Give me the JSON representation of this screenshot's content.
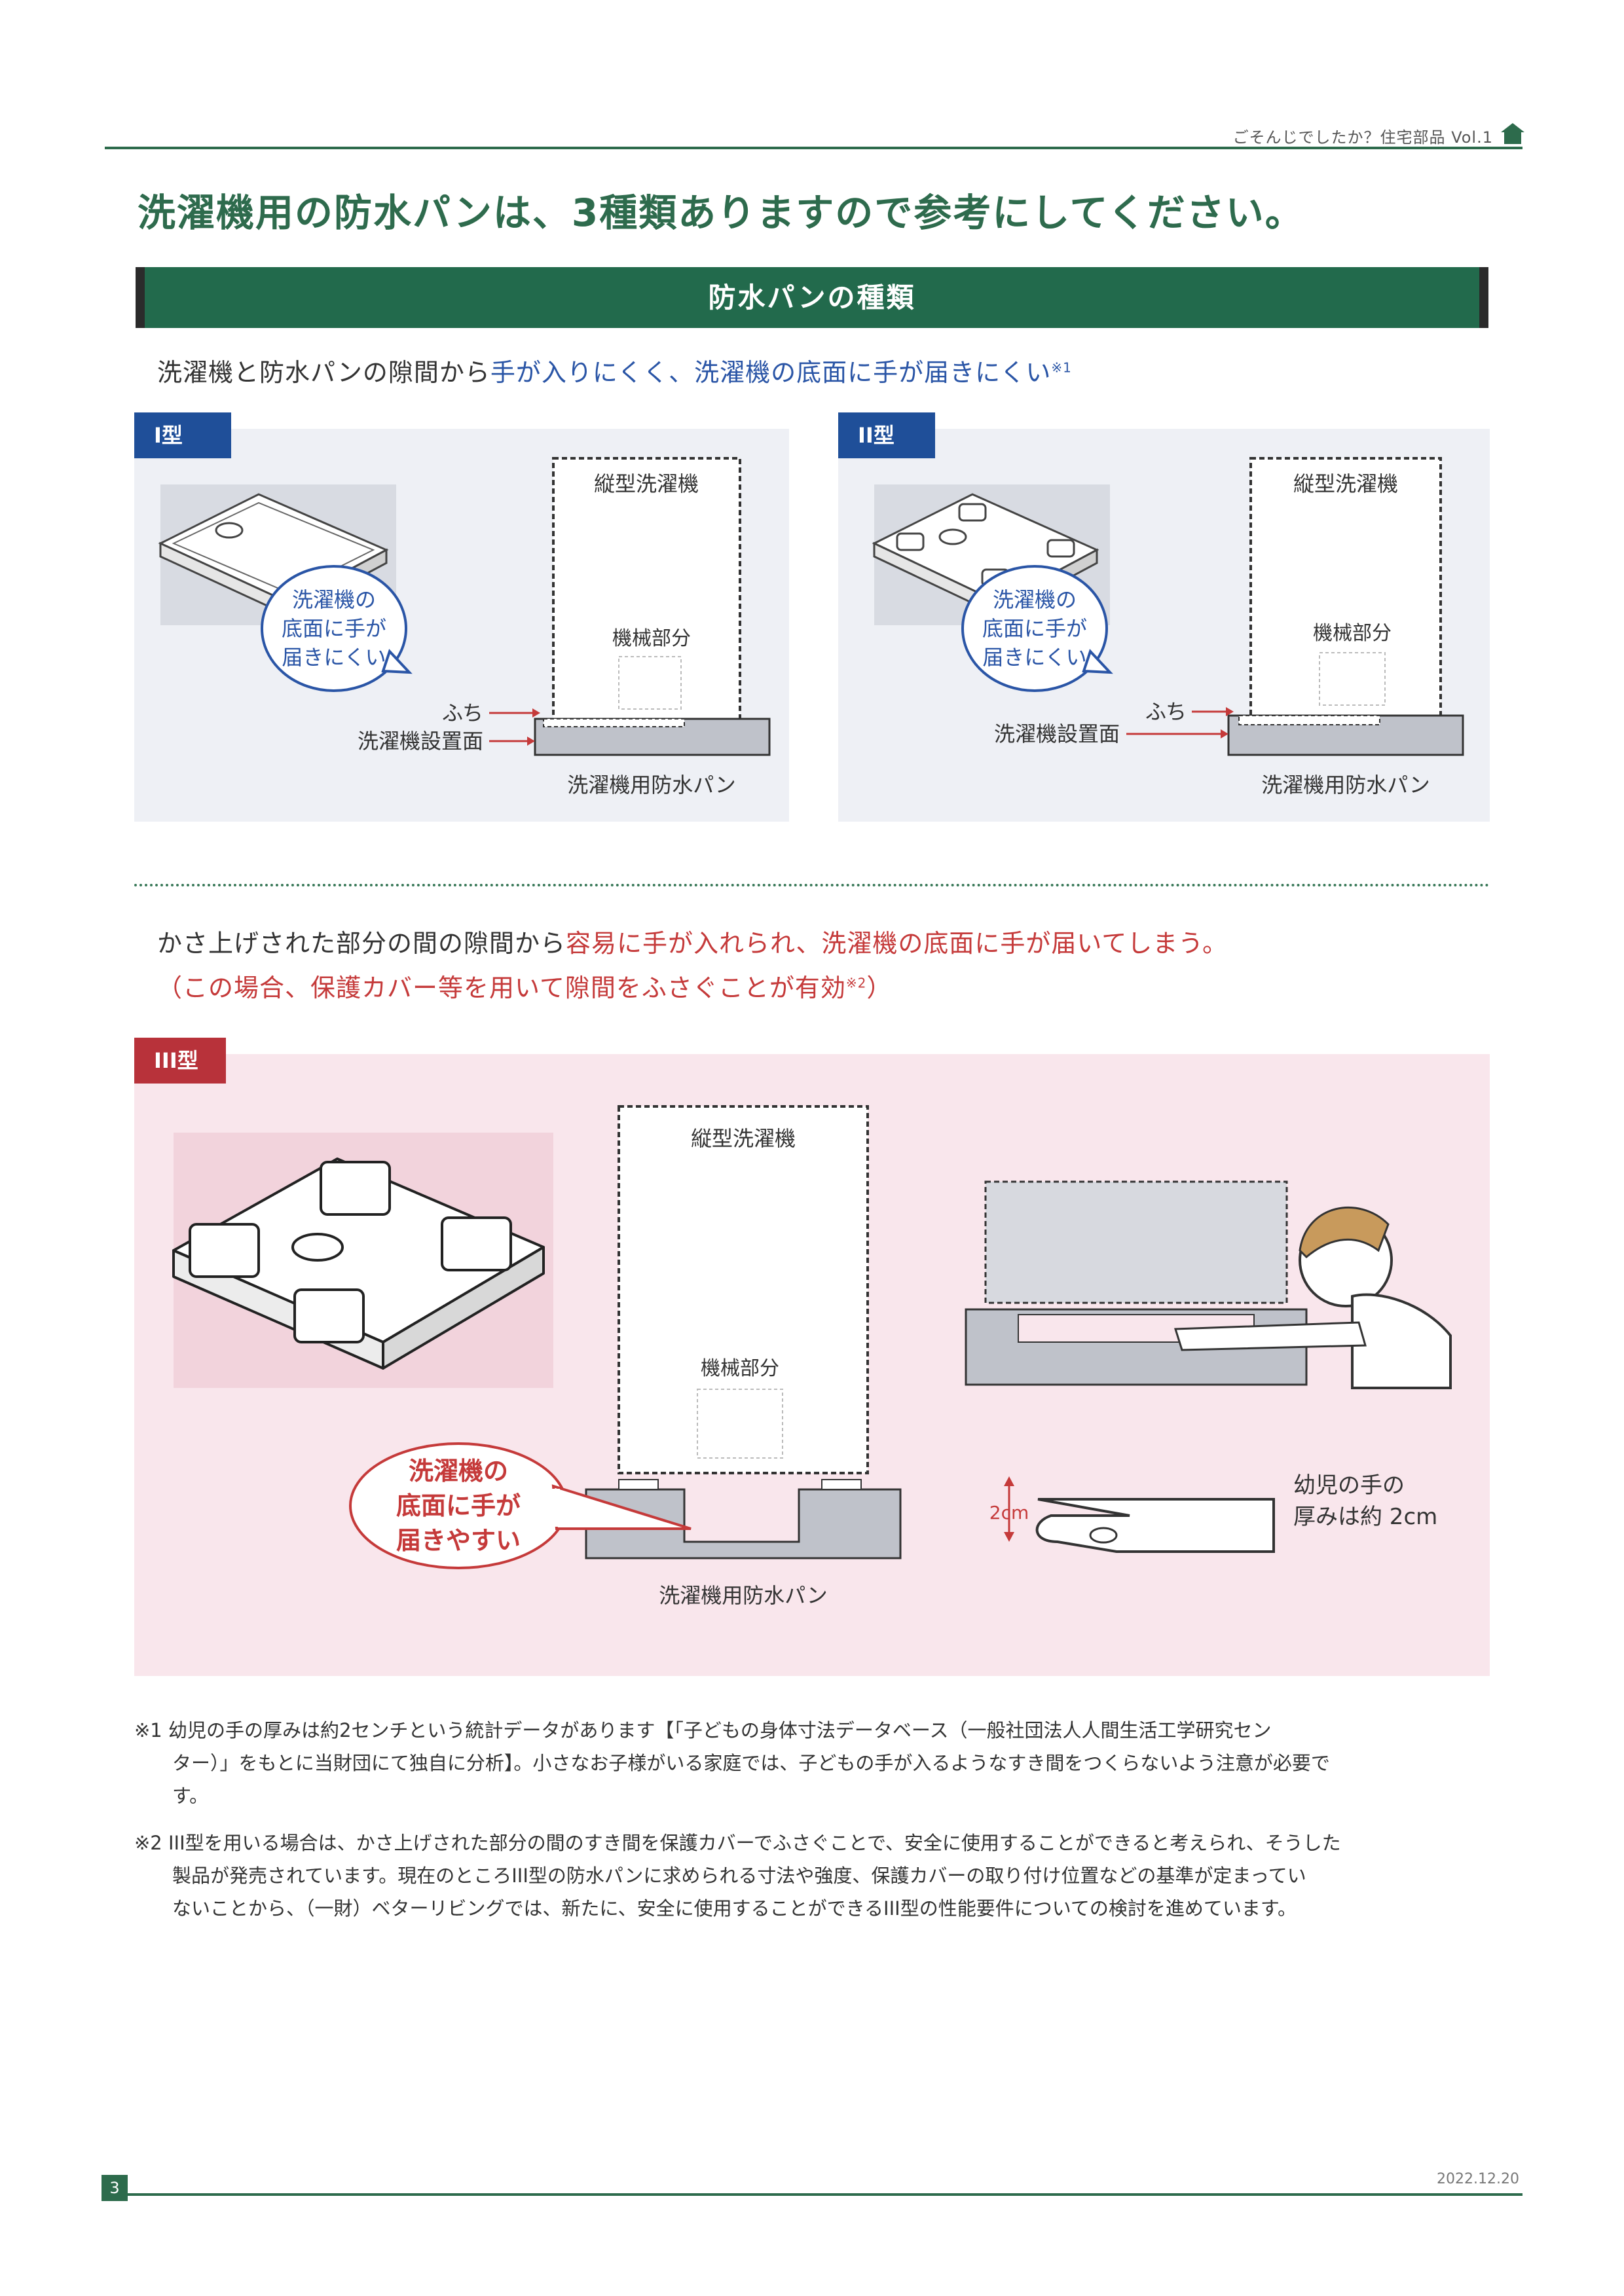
{
  "header": {
    "text": "ごそんじでしたか？住宅部品 Vol.1",
    "accent": "#2d6b4c"
  },
  "title": "洗濯機用の防水パンは、3種類ありますので参考にしてください。",
  "section_heading": "防水パンの種類",
  "types12": {
    "lead_plain": "洗濯機と防水パンの隙間から",
    "lead_highlight": "手が入りにくく、洗濯機の底面に手が届きにくい",
    "lead_note": "※1",
    "type1": {
      "badge": "I型",
      "machine": "縦型洗濯機",
      "mech": "機械部分",
      "bubble": [
        "洗濯機の",
        "底面に手が",
        "届きにくい"
      ],
      "rim": "ふち",
      "surface": "洗濯機設置面",
      "pan": "洗濯機用防水パン"
    },
    "type2": {
      "badge": "II型",
      "machine": "縦型洗濯機",
      "mech": "機械部分",
      "bubble": [
        "洗濯機の",
        "底面に手が",
        "届きにくい"
      ],
      "rim": "ふち",
      "surface": "洗濯機設置面",
      "pan": "洗濯機用防水パン"
    }
  },
  "type3": {
    "lead_plain": "かさ上げされた部分の間の隙間から",
    "lead_highlight": "容易に手が入れられ、洗濯機の底面に手が届いてしまう。",
    "paren_text": "（この場合、保護カバー等を用いて隙間をふさぐことが有効",
    "paren_note": "※2",
    "paren_close": "）",
    "badge": "III型",
    "machine": "縦型洗濯機",
    "mech": "機械部分",
    "bubble": [
      "洗濯機の",
      "底面に手が",
      "届きやすい"
    ],
    "pan": "洗濯機用防水パン",
    "hand_dim": "2cm",
    "hand_caption": [
      "幼児の手の",
      "厚みは約 2cm"
    ]
  },
  "notes": {
    "n1": "※1 幼児の手の厚みは約2センチという統計データがあります【「子どもの身体寸法データベース（一般社団法人人間生活工学研究セン",
    "n1b": "ター）」をもとに当財団にて独自に分析】。小さなお子様がいる家庭では、子どもの手が入るようなすき間をつくらないよう注意が必要で",
    "n1c": "す。",
    "n2": "※2 III型を用いる場合は、かさ上げされた部分の間のすき間を保護カバーでふさぐことで、安全に使用することができると考えられ、そうした",
    "n2b": "製品が発売されています。現在のところIII型の防水パンに求められる寸法や強度、保護カバーの取り付け位置などの基準が定まってい",
    "n2c": "ないことから、（一財）ベターリビングでは、新たに、安全に使用することができるIII型の性能要件についての検討を進めています。"
  },
  "footer": {
    "page": "3",
    "date": "2022.12.20"
  },
  "colors": {
    "green": "#226a4c",
    "blue": "#2a55a6",
    "red": "#c53a3a",
    "panel_blue": "#eef0f5",
    "panel_pink": "#f9e6ec"
  }
}
